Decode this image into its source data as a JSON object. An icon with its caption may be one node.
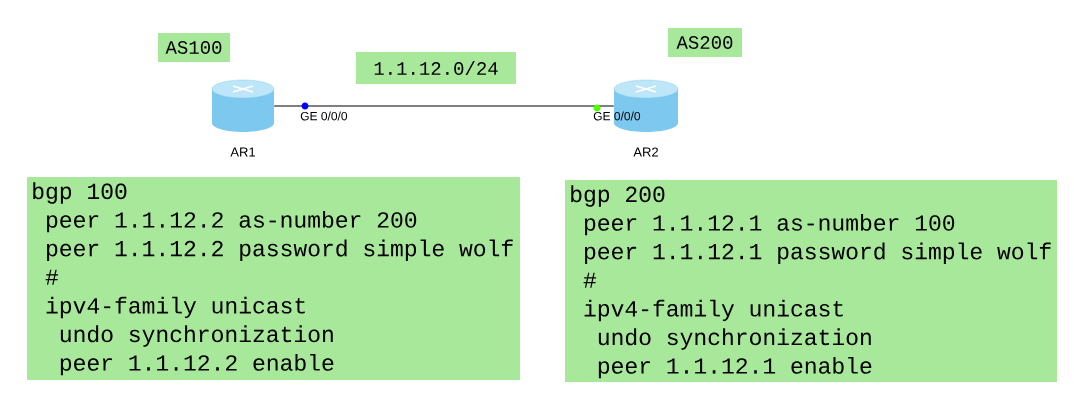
{
  "diagram": {
    "nodes": [
      {
        "text": [
          "AS100"
        ]
      },
      {
        "text": [
          "AS200"
        ]
      },
      {
        "text": [
          "1.1.12.0/24"
        ]
      },
      {
        "text": [],
        "shape": "cylinder",
        "beside": [
          "AR1"
        ]
      },
      {
        "text": [],
        "shape": "cylinder",
        "beside": [
          "AR2"
        ]
      },
      {
        "text": [
          "bgp 100",
          " peer 1.1.12.2 as-number 200",
          " peer 1.1.12.2 password simple wolf",
          " #",
          " ipv4-family unicast",
          "  undo synchronization",
          "  peer 1.1.12.2 enable"
        ]
      },
      {
        "text": [
          "bgp 200",
          " peer 1.1.12.1 as-number 100",
          " peer 1.1.12.1 password simple wolf",
          " #",
          " ipv4-family unicast",
          "  undo synchronization",
          "  peer 1.1.12.1 enable"
        ]
      }
    ],
    "edges": [
      {
        "from": 3,
        "to": 4,
        "arrow": "none"
      }
    ],
    "labels": [
      "GE 0/0/0",
      "GE 0/0/0"
    ]
  }
}
